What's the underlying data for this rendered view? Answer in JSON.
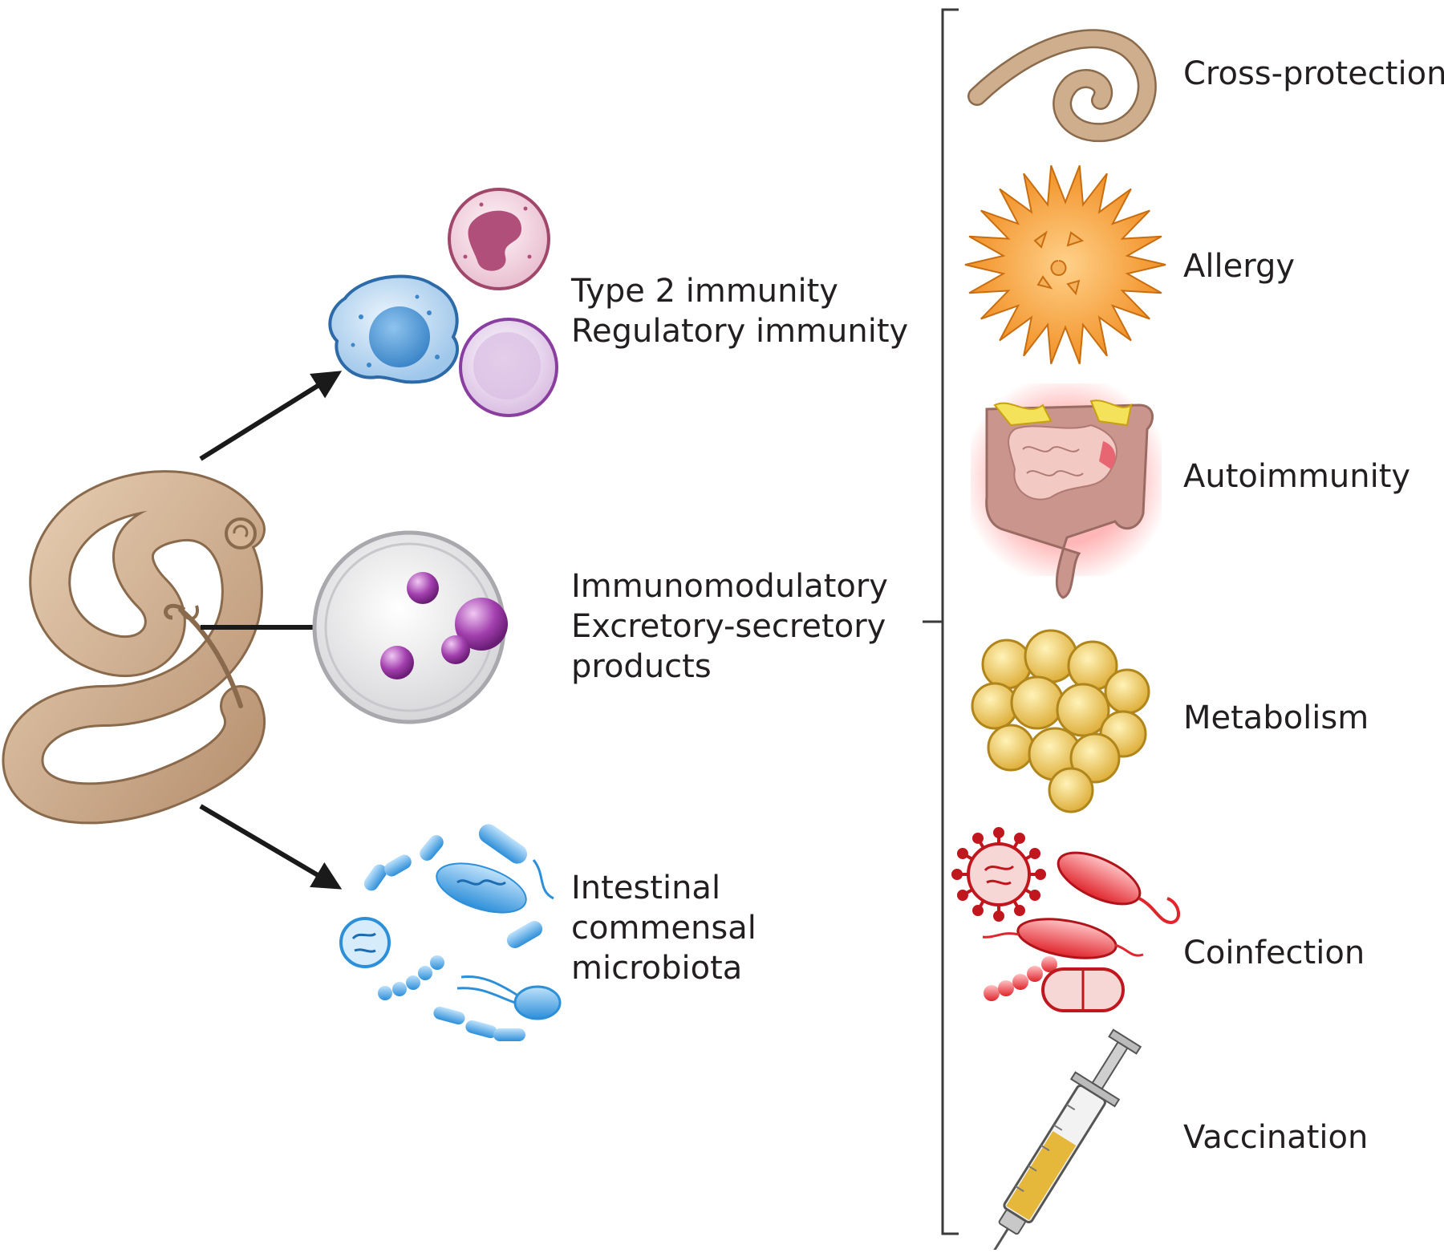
{
  "colors": {
    "worm": "#cfae8e",
    "worm_dark": "#8a6a4c",
    "arrow": "#1a1a1a",
    "bracket": "#3a3a3a",
    "text": "#231f20",
    "microbiota": "#2d8fd8",
    "coinfection": "#e01f26",
    "allergen": "#f59a2c",
    "adipose": "#e7b83d"
  },
  "left": {
    "immune": {
      "line1": "Type 2 immunity",
      "line2": "Regulatory immunity"
    },
    "products": {
      "line1": "Immunomodulatory",
      "line2": "Excretory-secretory",
      "line3": "products"
    },
    "microbiota": {
      "line1": "Intestinal",
      "line2": "commensal",
      "line3": "microbiota"
    }
  },
  "right": {
    "items": [
      {
        "label": "Cross-protection",
        "icon": "worm-icon"
      },
      {
        "label": "Allergy",
        "icon": "pollen-icon"
      },
      {
        "label": "Autoimmunity",
        "icon": "inflamed-intestine-icon"
      },
      {
        "label": "Metabolism",
        "icon": "adipose-tissue-icon"
      },
      {
        "label": "Coinfection",
        "icon": "pathogens-icon"
      },
      {
        "label": "Vaccination",
        "icon": "syringe-icon"
      }
    ]
  }
}
